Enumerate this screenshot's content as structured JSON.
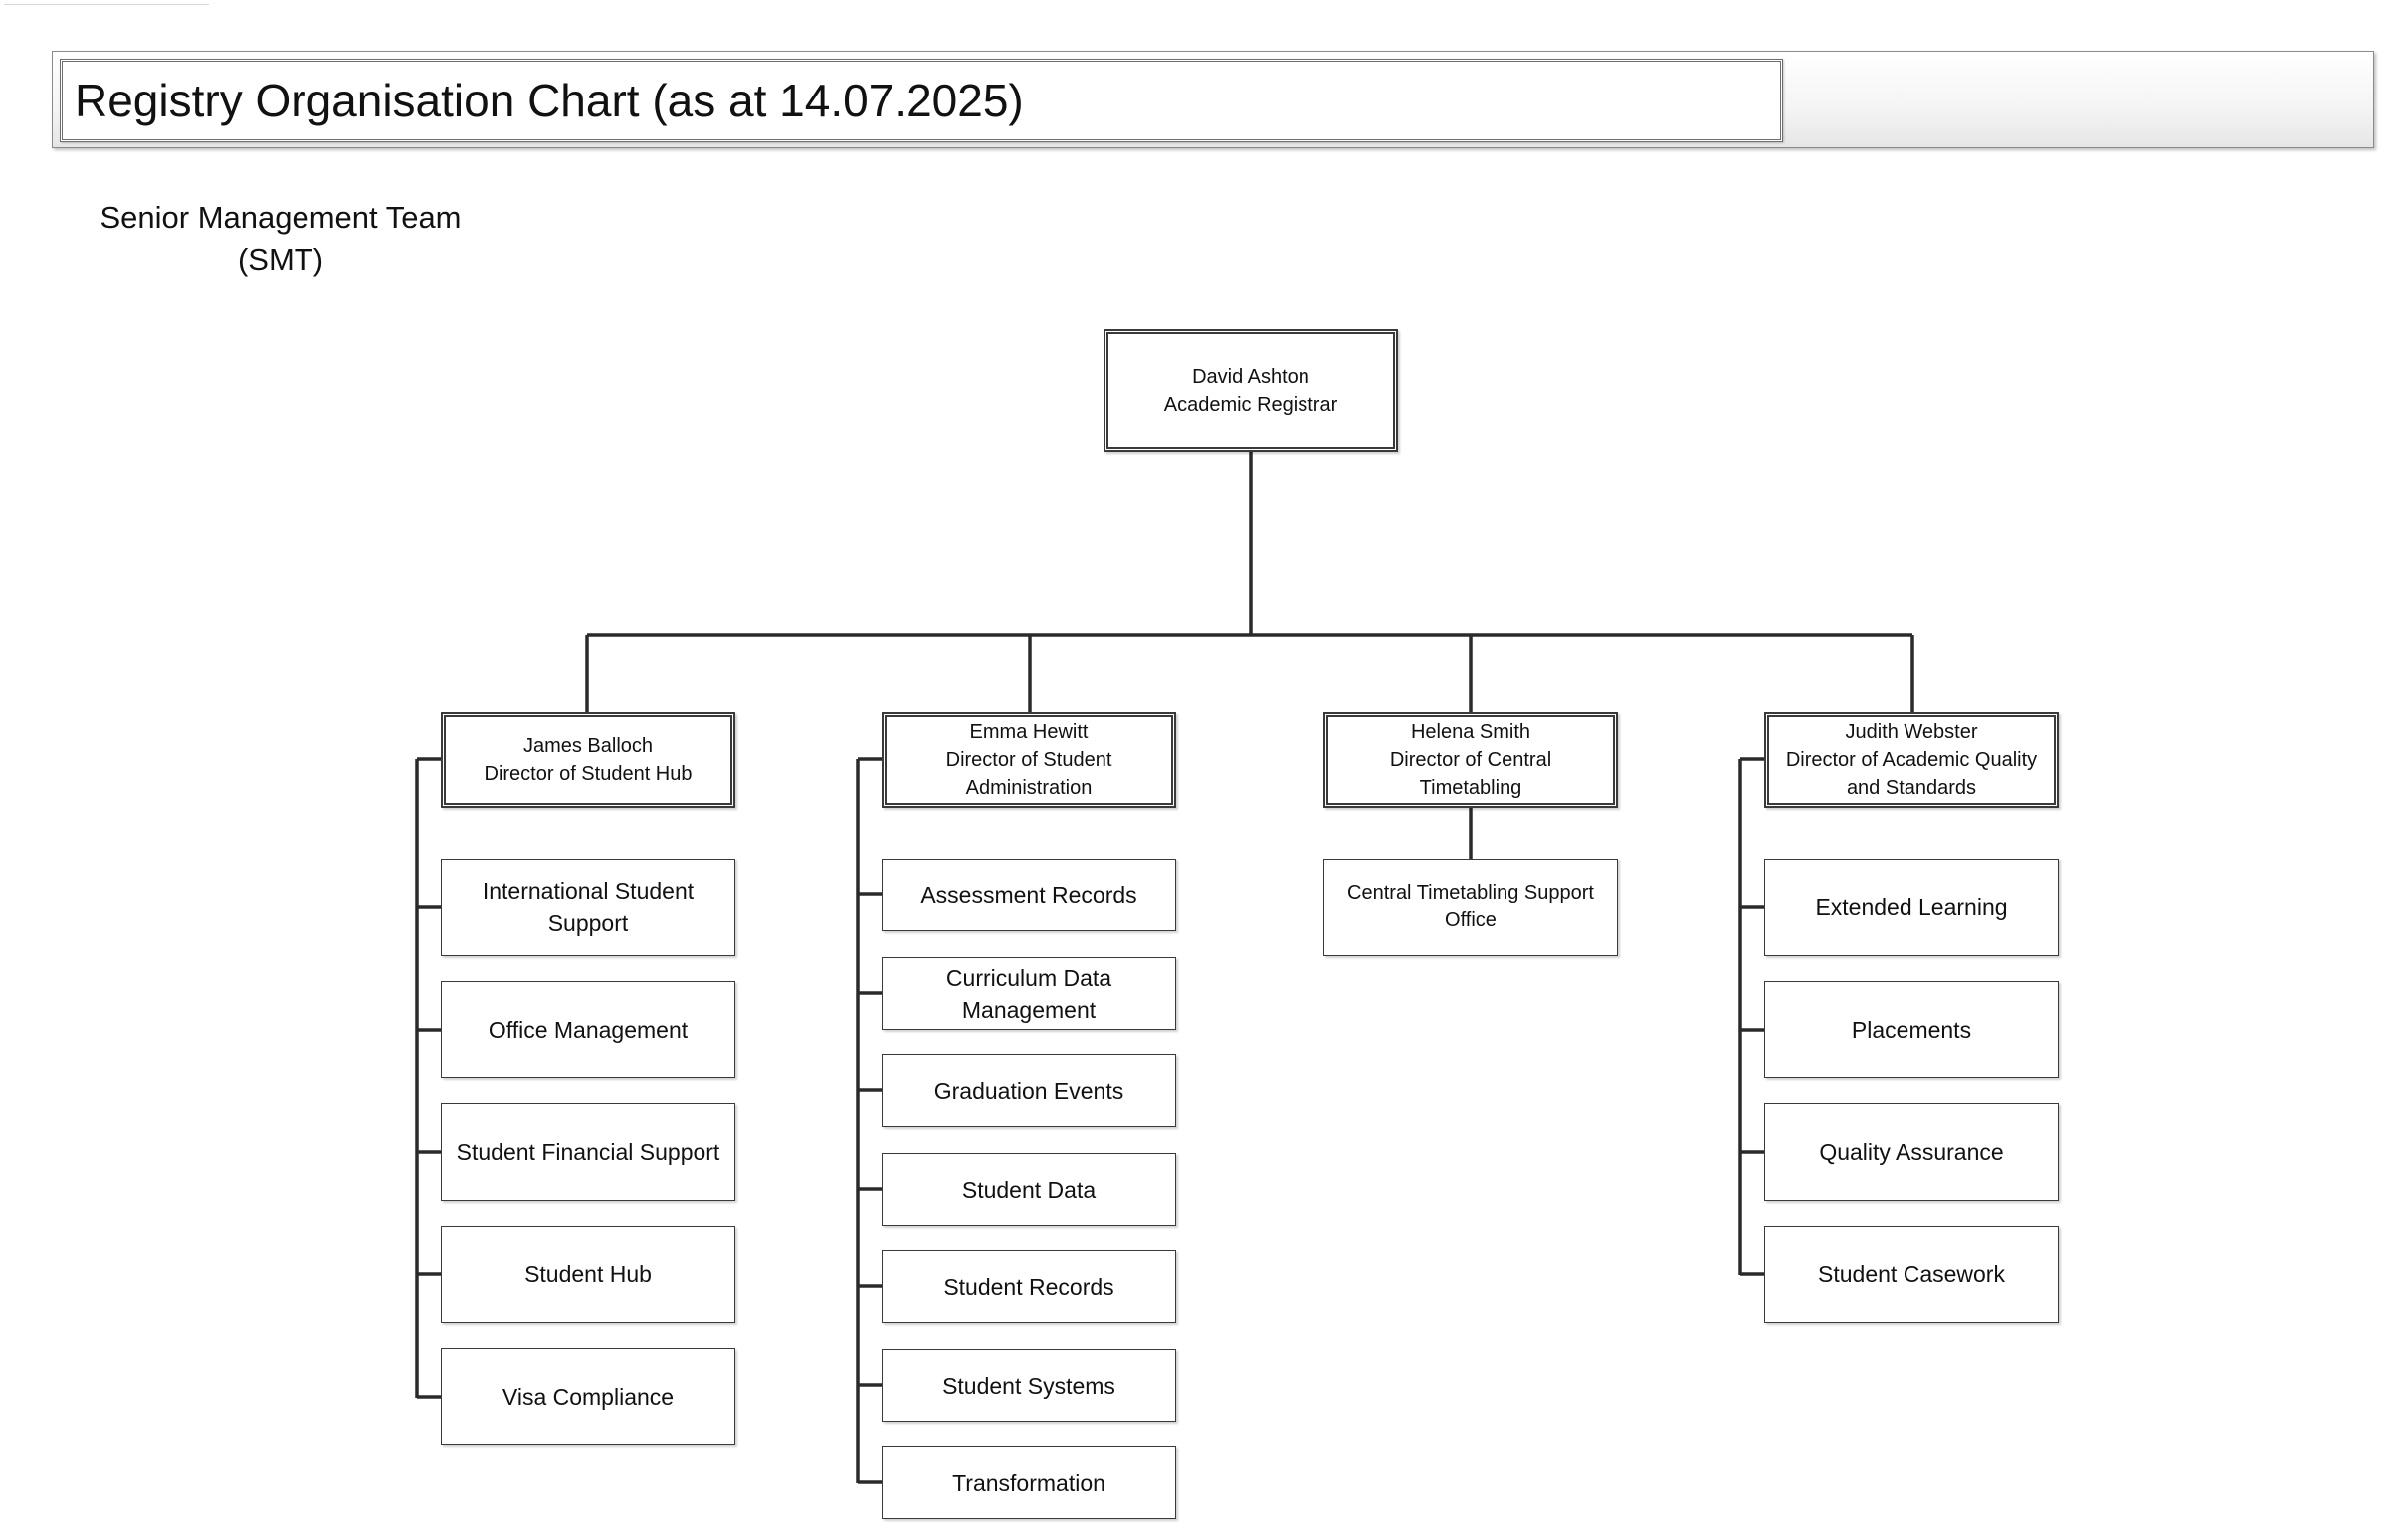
{
  "title": "Registry Organisation Chart (as at 14.07.2025)",
  "group_label": "Senior Management Team\n(SMT)",
  "root": {
    "name": "David Ashton",
    "role": "Academic Registrar"
  },
  "directors": [
    {
      "name": "James Balloch",
      "role": "Director of Student Hub",
      "teams": [
        "International Student Support",
        "Office Management",
        "Student Financial Support",
        "Student Hub",
        "Visa Compliance"
      ]
    },
    {
      "name": "Emma Hewitt",
      "role": "Director of Student\nAdministration",
      "teams": [
        "Assessment Records",
        "Curriculum Data Management",
        "Graduation Events",
        "Student Data",
        "Student Records",
        "Student Systems",
        "Transformation"
      ]
    },
    {
      "name": "Helena Smith",
      "role": "Director of Central\nTimetabling",
      "teams": [
        "Central Timetabling Support\nOffice"
      ]
    },
    {
      "name": "Judith Webster",
      "role": "Director of Academic Quality\nand Standards",
      "teams": [
        "Extended Learning",
        "Placements",
        "Quality Assurance",
        "Student Casework"
      ]
    }
  ]
}
